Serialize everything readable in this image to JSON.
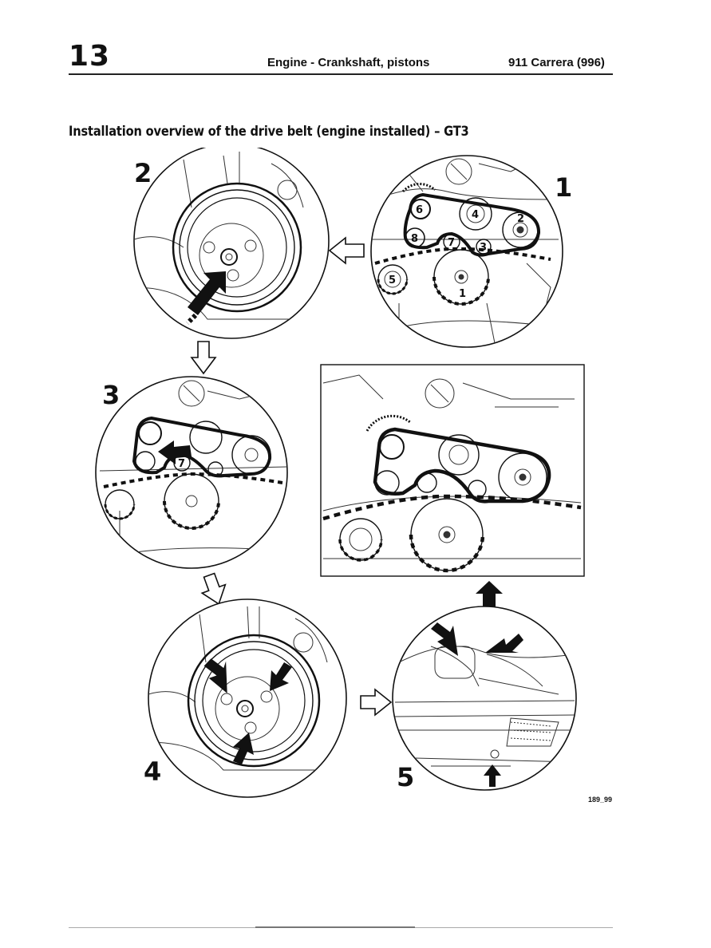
{
  "header": {
    "chapter": "13",
    "section": "Engine - Crankshaft, pistons",
    "model": "911 Carrera (996)"
  },
  "title": "Installation overview of the drive belt (engine installed) – GT3",
  "figure": {
    "step_labels": [
      "1",
      "2",
      "3",
      "4",
      "5"
    ],
    "pulley_labels": [
      "1",
      "2",
      "3",
      "4",
      "5",
      "6",
      "7",
      "8"
    ],
    "step3_pulley_label": "7",
    "figure_id": "189_99"
  },
  "icons": {
    "hollow_arrow": "hollow-arrow-icon",
    "solid_arrow": "solid-arrow-icon"
  }
}
